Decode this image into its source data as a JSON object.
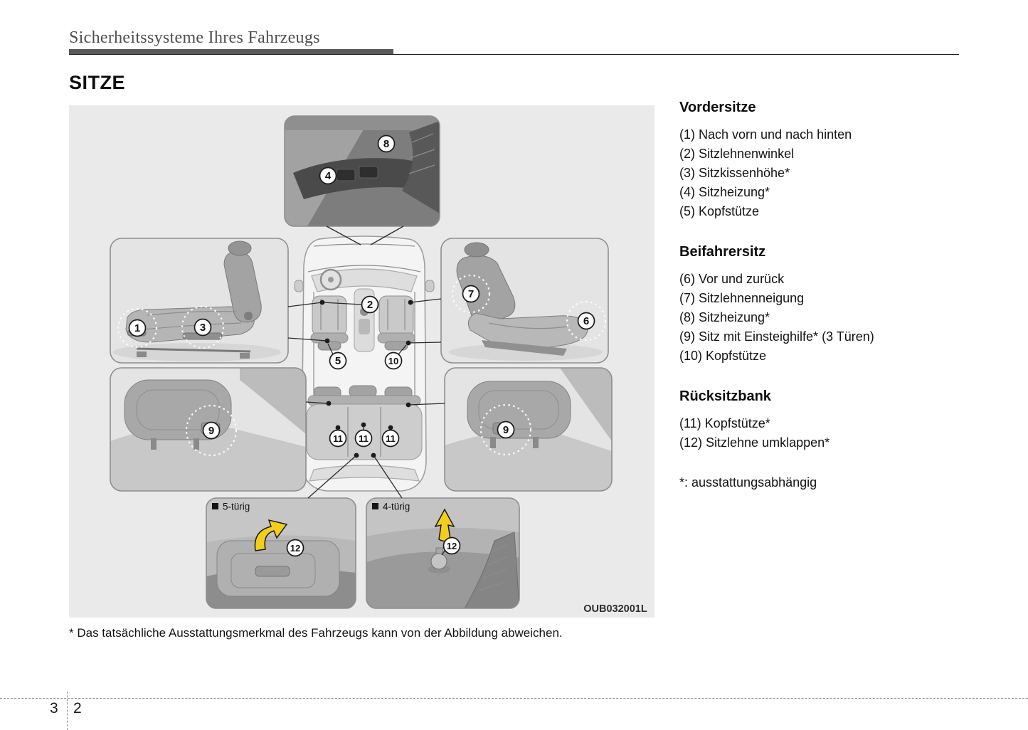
{
  "header": {
    "title": "Sicherheitssysteme Ihres Fahrzeugs"
  },
  "page": {
    "section_title": "SITZE",
    "footnote": "* Das tatsächliche Ausstattungsmerkmal des Fahrzeugs kann von der Abbildung abweichen."
  },
  "figure": {
    "code": "OUB032001L",
    "panel_labels": {
      "five_door": "5-türig",
      "four_door": "4-türig"
    },
    "callouts": {
      "1": "1",
      "2": "2",
      "3": "3",
      "4": "4",
      "5": "5",
      "6": "6",
      "7": "7",
      "8": "8",
      "9": "9",
      "10": "10",
      "11": "11",
      "12": "12"
    }
  },
  "sections": [
    {
      "heading": "Vordersitze",
      "items": [
        "(1) Nach vorn und nach hinten",
        "(2) Sitzlehnenwinkel",
        "(3) Sitzkissenhöhe*",
        "(4) Sitzheizung*",
        "(5) Kopfstütze"
      ]
    },
    {
      "heading": "Beifahrersitz",
      "items": [
        "(6) Vor und zurück",
        "(7) Sitzlehnenneigung",
        "(8) Sitzheizung*",
        "(9) Sitz mit Einsteighilfe* (3 Türen)",
        "(10) Kopfstütze"
      ]
    },
    {
      "heading": "Rücksitzbank",
      "items": [
        "(11) Kopfstütze*",
        "(12) Sitzlehne umklappen*"
      ]
    }
  ],
  "legend_note": "*: ausstattungsabhängig",
  "footer": {
    "chapter": "3",
    "page": "2"
  }
}
